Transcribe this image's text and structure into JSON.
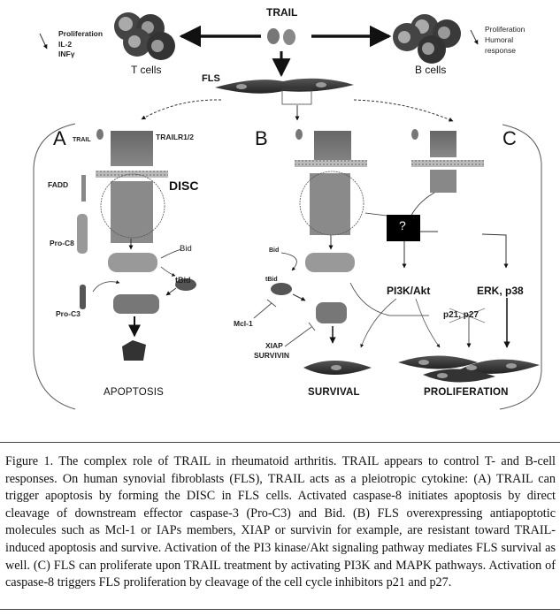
{
  "figure": {
    "top": {
      "trail": "TRAIL",
      "t_cells": "T cells",
      "b_cells": "B cells",
      "fls": "FLS",
      "t_effects": [
        "Proliferation",
        "IL-2",
        "INFγ"
      ],
      "b_effects": [
        "Proliferation",
        "Humoral",
        "response"
      ]
    },
    "panel_a": {
      "letter": "A",
      "trail": "TRAIL",
      "receptor": "TRAILR1/2",
      "disc": "DISC",
      "fadd": "FADD",
      "pro_c8": "Pro-C8",
      "bid": "Bid",
      "tbid": "tBid",
      "pro_c3": "Pro-C3",
      "outcome": "APOPTOSIS"
    },
    "panel_b": {
      "letter": "B",
      "bid": "Bid",
      "tbid": "tBid",
      "mcl1": "Mcl-1",
      "xiap": "XIAP",
      "survivin": "SURVIVIN",
      "outcome": "SURVIVAL"
    },
    "panel_c": {
      "letter": "C",
      "unknown": "?",
      "pi3k": "PI3K/Akt",
      "erk": "ERK, p38",
      "p21": "p21, p27",
      "outcome": "PROLIFERATION"
    }
  },
  "caption": {
    "title": "Figure 1. The complex role of TRAIL in rheumatoid arthritis.",
    "text": " TRAIL appears to control T- and B-cell responses. On human synovial fibroblasts (FLS), TRAIL acts as a pleiotropic cytokine: (A) TRAIL can trigger apoptosis by forming the DISC in FLS cells. Activated caspase-8 initiates apoptosis by direct cleavage of downstream effector caspase-3 (Pro-C3) and Bid. (B) FLS overexpressing antiapoptotic molecules such as Mcl-1 or IAPs members, XIAP or survivin for example, are resistant toward TRAIL-induced apoptosis and survive. Activation of the PI3 kinase/Akt signaling pathway mediates FLS survival as well. (C) FLS can proliferate upon TRAIL treatment by activating PI3K and MAPK pathways. Activation of caspase-8 triggers FLS proliferation by cleavage of the cell cycle inhibitors p21 and p27."
  }
}
